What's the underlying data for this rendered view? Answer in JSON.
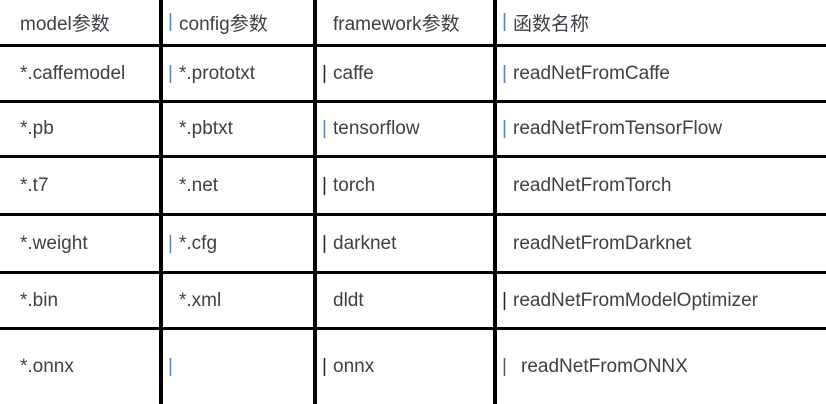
{
  "colors": {
    "border": "#000000",
    "text": "#3d4045",
    "pipe_blue": "#4f83c2",
    "pipe_dark": "#1f2022",
    "pipe_gray": "#55595e"
  },
  "table": {
    "header": [
      {
        "text": "model参数",
        "pipe": "",
        "pipe_class": "pipe none"
      },
      {
        "text": "config参数",
        "pipe": "|",
        "pipe_class": "pipe blue"
      },
      {
        "text": "framework参数",
        "pipe": "",
        "pipe_class": "pipe none"
      },
      {
        "text": "函数名称",
        "pipe": "|",
        "pipe_class": "pipe blue"
      }
    ],
    "rows": [
      [
        {
          "text": "*.caffemodel",
          "pipe": "",
          "pipe_class": "pipe none"
        },
        {
          "text": "*.prototxt",
          "pipe": "|",
          "pipe_class": "pipe blue"
        },
        {
          "text": "caffe",
          "pipe": "|",
          "pipe_class": "pipe dark"
        },
        {
          "text": "readNetFromCaffe",
          "pipe": "|",
          "pipe_class": "pipe blue"
        }
      ],
      [
        {
          "text": "*.pb",
          "pipe": "",
          "pipe_class": "pipe none"
        },
        {
          "text": "*.pbtxt",
          "pipe": "",
          "pipe_class": "pipe none"
        },
        {
          "text": "tensorflow",
          "pipe": "|",
          "pipe_class": "pipe blue"
        },
        {
          "text": "readNetFromTensorFlow",
          "pipe": "|",
          "pipe_class": "pipe blue"
        }
      ],
      [
        {
          "text": "*.t7",
          "pipe": "",
          "pipe_class": "pipe none"
        },
        {
          "text": "*.net",
          "pipe": "",
          "pipe_class": "pipe none"
        },
        {
          "text": "torch",
          "pipe": "|",
          "pipe_class": "pipe dark"
        },
        {
          "text": "readNetFromTorch",
          "pipe": "",
          "pipe_class": "pipe none"
        }
      ],
      [
        {
          "text": "*.weight",
          "pipe": "",
          "pipe_class": "pipe none"
        },
        {
          "text": "*.cfg",
          "pipe": "|",
          "pipe_class": "pipe blue"
        },
        {
          "text": "darknet",
          "pipe": "|",
          "pipe_class": "pipe dark"
        },
        {
          "text": "readNetFromDarknet",
          "pipe": "",
          "pipe_class": "pipe none"
        }
      ],
      [
        {
          "text": "*.bin",
          "pipe": "",
          "pipe_class": "pipe none"
        },
        {
          "text": "*.xml",
          "pipe": "",
          "pipe_class": "pipe none"
        },
        {
          "text": "dldt",
          "pipe": "",
          "pipe_class": "pipe none"
        },
        {
          "text": "readNetFromModelOptimizer",
          "pipe": "|",
          "pipe_class": "pipe dark"
        }
      ],
      [
        {
          "text": "*.onnx",
          "pipe": "",
          "pipe_class": "pipe none"
        },
        {
          "text": "",
          "pipe": "|",
          "pipe_class": "pipe blue"
        },
        {
          "text": "onnx",
          "pipe": "|",
          "pipe_class": "pipe dark"
        },
        {
          "text": "readNetFromONNX",
          "pipe": "|",
          "pipe_class": "pipe gray wide"
        }
      ]
    ]
  }
}
